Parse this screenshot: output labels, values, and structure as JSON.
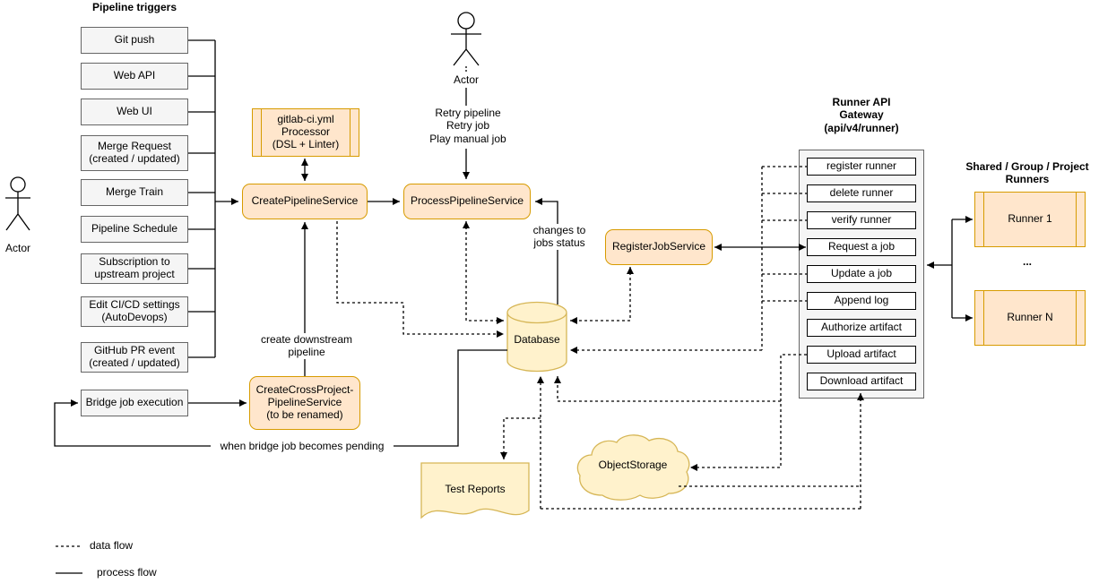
{
  "diagram": {
    "triggers": {
      "heading": "Pipeline triggers",
      "items": [
        "Git push",
        "Web API",
        "Web UI",
        "Merge Request (created / updated)",
        "Merge Train",
        "Pipeline Schedule",
        "Subscription to upstream project",
        "Edit CI/CD settings (AutoDevops)",
        "GitHub PR event (created / updated)",
        "Bridge job execution"
      ]
    },
    "actors": {
      "left_label": "Actor",
      "top_label": "Actor"
    },
    "services": {
      "processor": "gitlab-ci.yml\nProcessor\n(DSL + Linter)",
      "create_pipeline": "CreatePipelineService",
      "process_pipeline": "ProcessPipelineService",
      "register_job": "RegisterJobService",
      "create_cross_project": "CreateCrossProject-\nPipelineService\n(to be renamed)"
    },
    "storage": {
      "database": "Database",
      "test_reports": "Test Reports",
      "object_storage": "ObjectStorage"
    },
    "gateway": {
      "title": "Runner API\nGateway\n(api/v4/runner)",
      "endpoints": [
        "register runner",
        "delete runner",
        "verify runner",
        "Request a job",
        "Update a job",
        "Append log",
        "Authorize artifact",
        "Upload artifact",
        "Download artifact"
      ]
    },
    "runners": {
      "heading": "Shared / Group / Project\nRunners",
      "runner_1": "Runner 1",
      "ellipsis": "...",
      "runner_n": "Runner N"
    },
    "annotations": {
      "retry": "Retry pipeline\nRetry job\nPlay manual job",
      "changes": "changes to\njobs status",
      "create_downstream": "create downstream\npipeline",
      "when_bridge": "when bridge job becomes pending"
    },
    "legend": {
      "data_flow": "data flow",
      "process_flow": "process flow"
    },
    "colors": {
      "service_fill": "#FFE6CC",
      "service_stroke": "#D79B00",
      "storage_fill": "#FFF2CC",
      "storage_stroke": "#D6B656",
      "trigger_fill": "#F5F5F5",
      "trigger_stroke": "#666666",
      "gateway_item_stroke": "#000000",
      "line": "#000000"
    }
  }
}
